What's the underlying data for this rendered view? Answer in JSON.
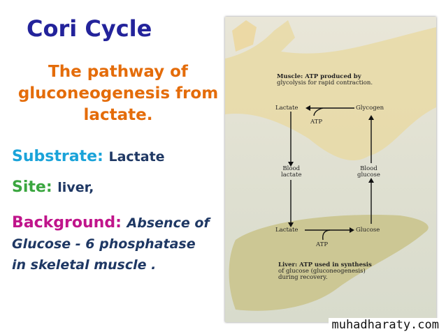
{
  "title": "Cori Cycle",
  "subtitle": "The pathway of gluconeogenesis from lactate.",
  "substrate": {
    "label": "Substrate:",
    "value": "Lactate"
  },
  "site": {
    "label": "Site:",
    "value": "liver,"
  },
  "background": {
    "label": "Background:",
    "value_line1": "Absence of",
    "value_line2": "Glucose - 6 phosphatase",
    "value_line3": "in skeletal muscle ."
  },
  "diagram": {
    "muscle_caption_1": "Muscle: ATP produced by",
    "muscle_caption_2": "glycolysis for rapid contraction.",
    "muscle_lactate": "Lactate",
    "muscle_glycogen": "Glycogen",
    "muscle_atp": "ATP",
    "blood_lactate_1": "Blood",
    "blood_lactate_2": "lactate",
    "blood_glucose_1": "Blood",
    "blood_glucose_2": "glucose",
    "liver_lactate": "Lactate",
    "liver_glucose": "Glucose",
    "liver_atp": "ATP",
    "liver_caption_1": "Liver: ATP used in synthesis",
    "liver_caption_2": "of glucose (gluconeogenesis)",
    "liver_caption_3": "during recovery."
  },
  "watermark": "muhadharaty.com"
}
